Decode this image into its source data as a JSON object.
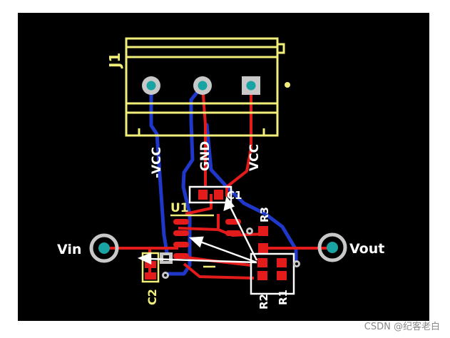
{
  "connector": {
    "ref": "J1",
    "pins": [
      "-VCC",
      "GND",
      "VCC"
    ]
  },
  "components": {
    "u1": "U1",
    "c1": "C1",
    "c2": "C2",
    "r1": "R1",
    "r2": "R2",
    "r3": "R3"
  },
  "terminals": {
    "input": "Vin",
    "output": "Vout"
  },
  "watermark": "CSDN @纪客老白",
  "colors": {
    "board": "#000000",
    "silkscreen": "#f2ee7a",
    "top_copper": "#e31b1b",
    "bottom_copper": "#1f38c9",
    "pad_ring": "#c8c8c8",
    "pad_hole": "#1aa3a3"
  }
}
